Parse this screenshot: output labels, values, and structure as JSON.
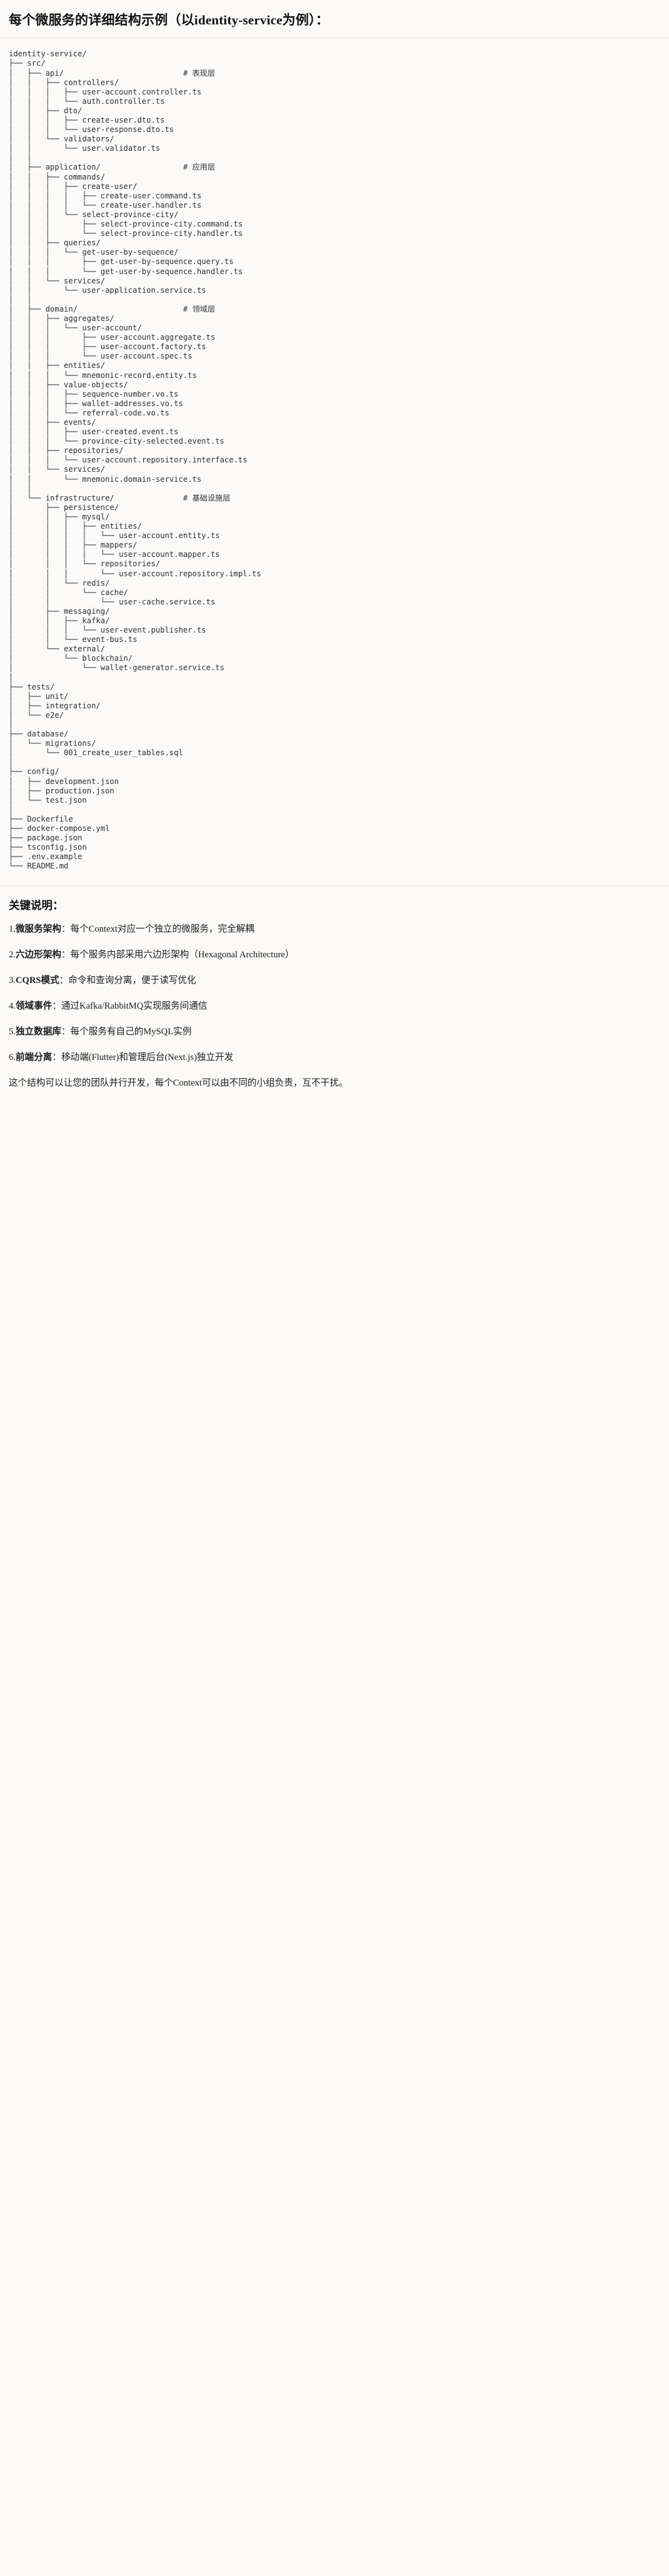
{
  "document": {
    "title": "每个微服务的详细结构示例（以identity-service为例）：",
    "background_color": "#fbfaf8",
    "text_color": "#1b1b1b",
    "divider_color": "#e6e3df"
  },
  "tree": {
    "root": "identity-service/",
    "code_color": "#2b2f33",
    "comments": {
      "api": "# 表现层",
      "application": "# 应用层",
      "domain": "# 领域层",
      "infrastructure": "# 基础设施层"
    },
    "text": "identity-service/\n├── src/\n│   ├── api/                          # 表现层\n│   │   ├── controllers/\n│   │   │   ├── user-account.controller.ts\n│   │   │   └── auth.controller.ts\n│   │   ├── dto/\n│   │   │   ├── create-user.dto.ts\n│   │   │   └── user-response.dto.ts\n│   │   └── validators/\n│   │       └── user.validator.ts\n│   │\n│   ├── application/                  # 应用层\n│   │   ├── commands/\n│   │   │   ├── create-user/\n│   │   │   │   ├── create-user.command.ts\n│   │   │   │   └── create-user.handler.ts\n│   │   │   └── select-province-city/\n│   │   │       ├── select-province-city.command.ts\n│   │   │       └── select-province-city.handler.ts\n│   │   ├── queries/\n│   │   │   └── get-user-by-sequence/\n│   │   │       ├── get-user-by-sequence.query.ts\n│   │   │       └── get-user-by-sequence.handler.ts\n│   │   └── services/\n│   │       └── user-application.service.ts\n│   │\n│   ├── domain/                       # 领域层\n│   │   ├── aggregates/\n│   │   │   └── user-account/\n│   │   │       ├── user-account.aggregate.ts\n│   │   │       ├── user-account.factory.ts\n│   │   │       └── user-account.spec.ts\n│   │   ├── entities/\n│   │   │   └── mnemonic-record.entity.ts\n│   │   ├── value-objects/\n│   │   │   ├── sequence-number.vo.ts\n│   │   │   ├── wallet-addresses.vo.ts\n│   │   │   └── referral-code.vo.ts\n│   │   ├── events/\n│   │   │   ├── user-created.event.ts\n│   │   │   └── province-city-selected.event.ts\n│   │   ├── repositories/\n│   │   │   └── user-account.repository.interface.ts\n│   │   └── services/\n│   │       └── mnemonic.domain-service.ts\n│   │\n│   └── infrastructure/               # 基础设施层\n│       ├── persistence/\n│       │   ├── mysql/\n│       │   │   ├── entities/\n│       │   │   │   └── user-account.entity.ts\n│       │   │   ├── mappers/\n│       │   │   │   └── user-account.mapper.ts\n│       │   │   └── repositories/\n│       │   │       └── user-account.repository.impl.ts\n│       │   └── redis/\n│       │       └── cache/\n│       │           └── user-cache.service.ts\n│       ├── messaging/\n│       │   ├── kafka/\n│       │   │   └── user-event.publisher.ts\n│       │   └── event-bus.ts\n│       └── external/\n│           └── blockchain/\n│               └── wallet-generator.service.ts\n│\n├── tests/\n│   ├── unit/\n│   ├── integration/\n│   └── e2e/\n│\n├── database/\n│   └── migrations/\n│       └── 001_create_user_tables.sql\n│\n├── config/\n│   ├── development.json\n│   ├── production.json\n│   └── test.json\n│\n├── Dockerfile\n├── docker-compose.yml\n├── package.json\n├── tsconfig.json\n├── .env.example\n└── README.md"
  },
  "notes": {
    "heading": "关键说明：",
    "items": [
      {
        "index": "1.",
        "key": "微服务架构",
        "sep": "：",
        "value": "每个Context对应一个独立的微服务，完全解耦"
      },
      {
        "index": "2.",
        "key": "六边形架构",
        "sep": "：",
        "value": "每个服务内部采用六边形架构（Hexagonal Architecture）"
      },
      {
        "index": "3.",
        "key": "CQRS模式",
        "sep": "：",
        "value": "命令和查询分离，便于读写优化"
      },
      {
        "index": "4.",
        "key": "领域事件",
        "sep": "：",
        "value": "通过Kafka/RabbitMQ实现服务间通信"
      },
      {
        "index": "5.",
        "key": "独立数据库",
        "sep": "：",
        "value": "每个服务有自己的MySQL实例"
      },
      {
        "index": "6.",
        "key": "前端分离",
        "sep": "：",
        "value": "移动端(Flutter)和管理后台(Next.js)独立开发"
      }
    ],
    "closing": "这个结构可以让您的团队并行开发，每个Context可以由不同的小组负责，互不干扰。"
  }
}
